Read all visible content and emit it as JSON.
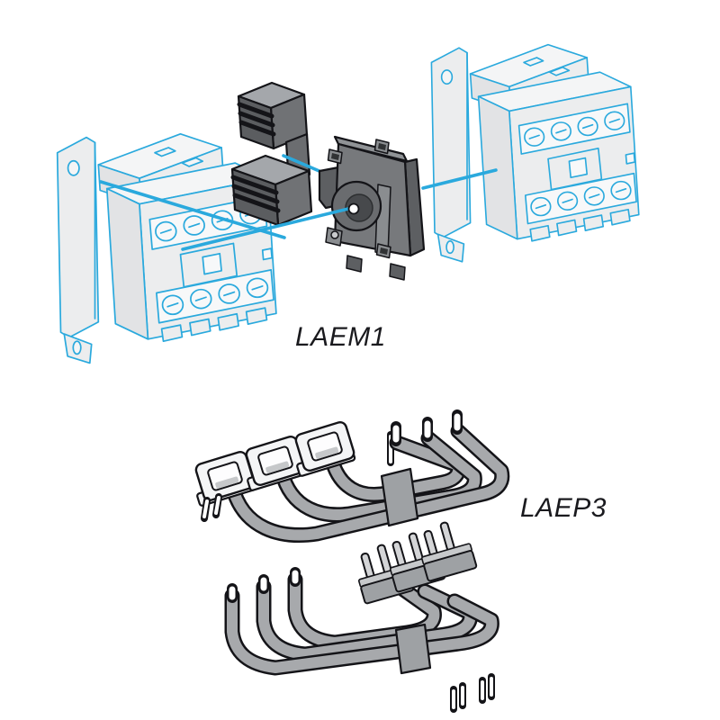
{
  "diagram": {
    "type": "product-assembly-illustration",
    "parts": [
      {
        "id": "laem1",
        "label": "LAEM1"
      },
      {
        "id": "laep3",
        "label": "LAEP3"
      }
    ]
  },
  "labels": {
    "laem1": "LAEM1",
    "laep3": "LAEP3"
  },
  "colors": {
    "cyan": "#2aa9dd",
    "body-fill": "#ecedee",
    "body-fill-light": "#f4f5f6",
    "body-fill-dark": "#e2e3e5",
    "band-fill": "#f7f8f9",
    "dark-top": "#a4a7ab",
    "dark-front": "#707275",
    "dark-side": "#5b5d60",
    "dark-web": "#6b6d70",
    "block-top": "#909396",
    "block-front": "#77797c",
    "block-side": "#5d5f62",
    "block-strip": "#8a8d90",
    "hole-inner": "#47494c",
    "boss": "#6a6c6f",
    "wire": "#a7a9ac",
    "clamp": "#9ea1a4",
    "prong": "#d4d5d7",
    "tip-white": "#ffffff",
    "terminal-white": "#f4f5f6",
    "outline": "#141418",
    "label-text": "#1a1a1e"
  }
}
